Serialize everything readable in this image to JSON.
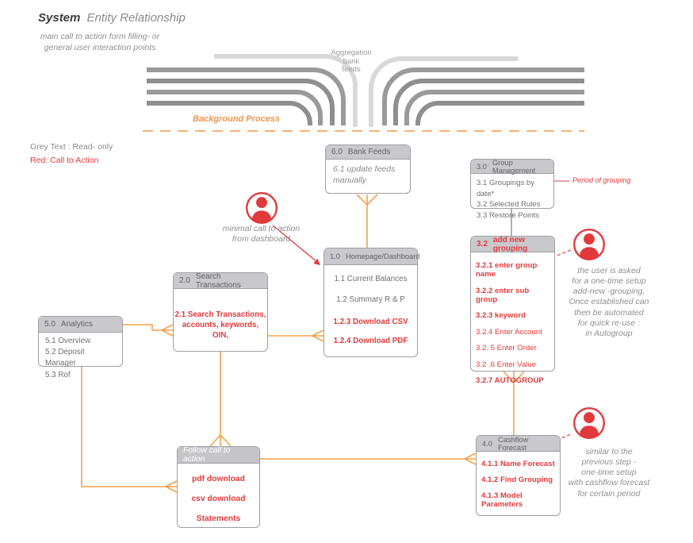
{
  "title": {
    "system": "System",
    "entity": "Entity Relationship",
    "subtitle": "main call to action form filling- or\ngeneral user interaction points"
  },
  "legend": {
    "grey": "Grey Text : Read- only",
    "red": "Red: Call to Action"
  },
  "background": {
    "aggregation_label": "Aggregation\nbank\nfeeds",
    "process_label": "Background Process"
  },
  "boxes": {
    "bank_feeds": {
      "num": "6.0",
      "title": "Bank Feeds",
      "body": "6.1 update feeds\nmanually"
    },
    "group_management": {
      "num": "3.0",
      "title": "Group Management",
      "items": [
        "3.1 Groupings by date*",
        "3.2 Selected Rules",
        "3.3 Restore Points"
      ]
    },
    "homepage": {
      "num": "1.0",
      "title": "Homepage/Dashboard",
      "items_read": [
        "1.1 Current Balances",
        "1.2 Summary R & P"
      ],
      "items_action": [
        "1.2.3 Download CSV",
        "1.2.4 Download PDF"
      ]
    },
    "search": {
      "num": "2.0",
      "title": "Search Transactions",
      "action": "2.1 Search Transactions,\naccounts, keywords, OIN,"
    },
    "analytics": {
      "num": "5.0",
      "title": "Analytics",
      "items": [
        "5.1 Overview",
        "5.2 Deposit Manager",
        "5.3  Rof"
      ]
    },
    "add_grouping": {
      "num": "3.2",
      "title": "add new grouping",
      "items": [
        "3.2.1 enter group name",
        "3.2.2 enter sub group",
        "3.2.3 keyword",
        "3.2.4  Enter Account",
        "3.2. 5  Enter Order",
        "3.2 .6  Enter Value",
        "3.2.7  AUTOGROUP"
      ]
    },
    "cashflow": {
      "num": "4.0",
      "title": "Cashflow Forecast",
      "items": [
        "4.1.1   Name Forecast",
        "4.1.2   Find Grouping",
        "4.1.3   Model Parameters"
      ]
    },
    "follow": {
      "title": "Follow call to action",
      "items": [
        "pdf download",
        "csv download",
        "Statements"
      ]
    }
  },
  "notes": {
    "dashboard": "minimal call to action\nfrom dashboard",
    "grouping": "the user is asked\nfor a one-time setup\nadd-new -grouping,\nOnce established can\nthen be automated\nfor quick re-use :\nin Autogroup",
    "cashflow": "similar to the\nprevious step -\none-time setup\nwith cashflow forecast\nfor certain period",
    "period": "Period of grouping"
  },
  "colors": {
    "action_red": "#e13a3c",
    "connector_orange": "#f5a04c",
    "readonly_grey": "#8f8f8f",
    "feed_dark": "#9a9a9a",
    "feed_light": "#d9d9dc"
  }
}
